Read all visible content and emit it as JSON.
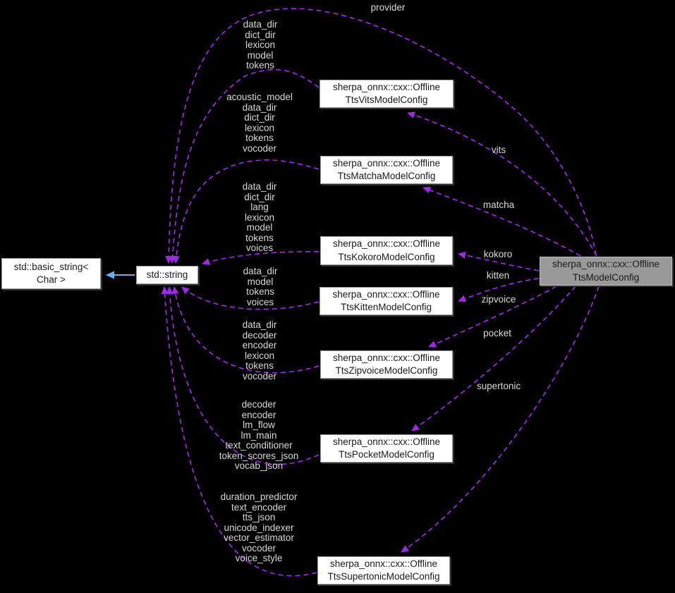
{
  "nodes": [
    {
      "id": "basic-string",
      "lines": [
        "std::basic_string<",
        "Char >"
      ]
    },
    {
      "id": "std-string",
      "lines": [
        "std::string"
      ]
    },
    {
      "id": "vits-config",
      "lines": [
        "sherpa_onnx::cxx::Offline",
        "TtsVitsModelConfig"
      ]
    },
    {
      "id": "matcha-config",
      "lines": [
        "sherpa_onnx::cxx::Offline",
        "TtsMatchaModelConfig"
      ]
    },
    {
      "id": "kokoro-config",
      "lines": [
        "sherpa_onnx::cxx::Offline",
        "TtsKokoroModelConfig"
      ]
    },
    {
      "id": "kitten-config",
      "lines": [
        "sherpa_onnx::cxx::Offline",
        "TtsKittenModelConfig"
      ]
    },
    {
      "id": "zipvoice-config",
      "lines": [
        "sherpa_onnx::cxx::Offline",
        "TtsZipvoiceModelConfig"
      ]
    },
    {
      "id": "pocket-config",
      "lines": [
        "sherpa_onnx::cxx::Offline",
        "TtsPocketModelConfig"
      ]
    },
    {
      "id": "supertonic-config",
      "lines": [
        "sherpa_onnx::cxx::Offline",
        "TtsSupertonicModelConfig"
      ]
    },
    {
      "id": "model-config",
      "lines": [
        "sherpa_onnx::cxx::Offline",
        "TtsModelConfig"
      ]
    }
  ],
  "edge_labels": {
    "provider": "provider",
    "vits": "vits",
    "matcha": "matcha",
    "kokoro": "kokoro",
    "kitten": "kitten",
    "zipvoice": "zipvoice",
    "pocket": "pocket",
    "supertonic": "supertonic"
  },
  "member_edge_labels": {
    "vits": [
      "data_dir",
      "dict_dir",
      "lexicon",
      "model",
      "tokens"
    ],
    "matcha": [
      "acoustic_model",
      "data_dir",
      "dict_dir",
      "lexicon",
      "tokens",
      "vocoder"
    ],
    "kokoro": [
      "data_dir",
      "dict_dir",
      "lang",
      "lexicon",
      "model",
      "tokens",
      "voices"
    ],
    "kitten": [
      "data_dir",
      "model",
      "tokens",
      "voices"
    ],
    "zipvoice": [
      "data_dir",
      "decoder",
      "encoder",
      "lexicon",
      "tokens",
      "vocoder"
    ],
    "pocket": [
      "decoder",
      "encoder",
      "lm_flow",
      "lm_main",
      "text_conditioner",
      "token_scores_json",
      "vocab_json"
    ],
    "supertonic": [
      "duration_predictor",
      "text_encoder",
      "tts_json",
      "unicode_indexer",
      "vector_estimator",
      "vocoder",
      "voice_style"
    ]
  },
  "colors": {
    "background": "#000000",
    "usage_edge": "#A028E8",
    "inheritance_edge": "#63B1F2",
    "node_fill": "#FFFFFF",
    "node_border": "#9A9A9A",
    "node_text": "#1A1A1A",
    "highlight_fill": "#999999",
    "highlight_border": "#BFBFBF",
    "label_text": "#D8D8D8"
  }
}
